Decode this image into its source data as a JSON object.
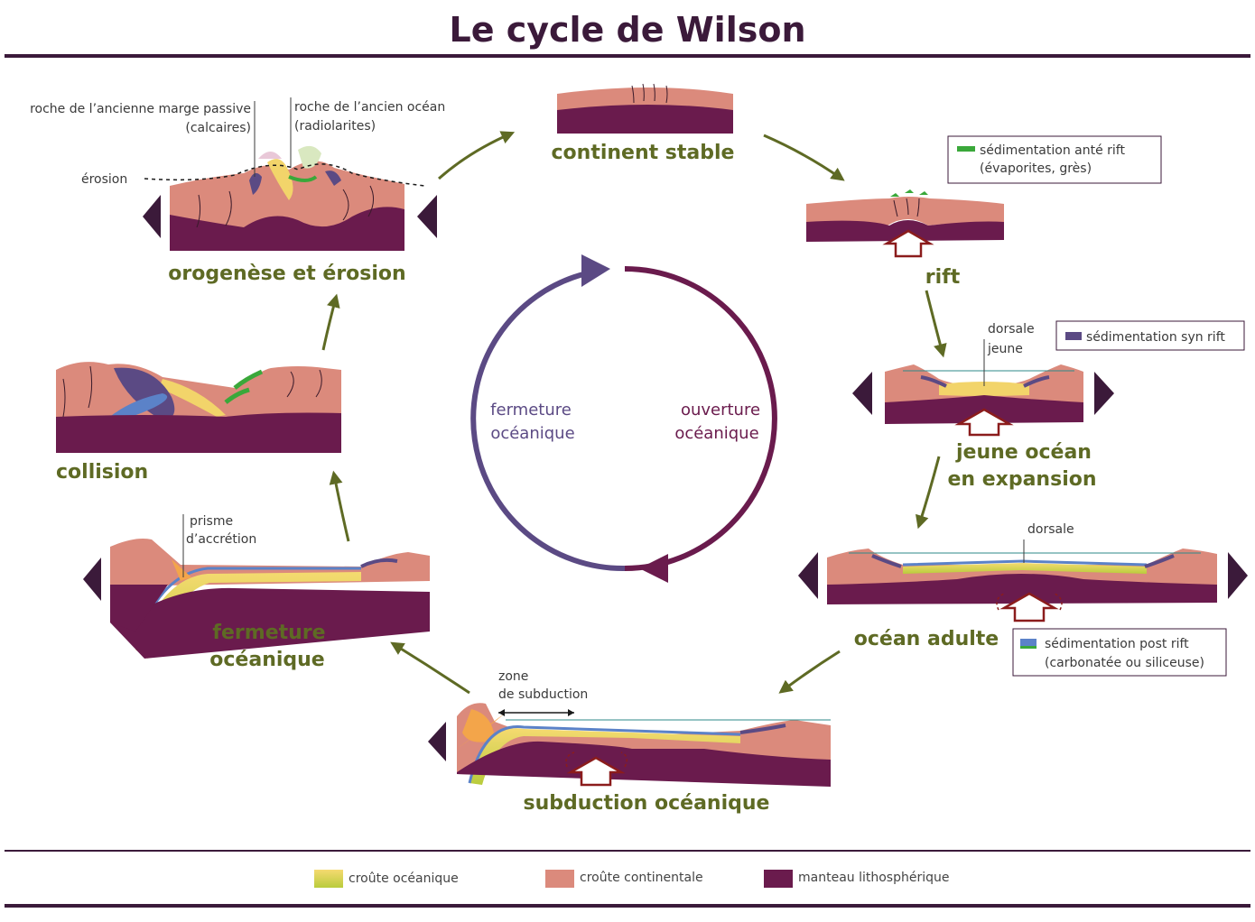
{
  "title": "Le cycle de Wilson",
  "colors": {
    "crust_continental": "#db8a7c",
    "crust_oceanic": "#f2d46a",
    "mantle": "#6a1b4d",
    "accent_green": "#5e6a24",
    "dark": "#3b1a3a",
    "arrow_red": "#8b1c1c",
    "syn_rift": "#5b4a84",
    "post_rift": "#5b82c8",
    "ante_rift": "#3aa83a",
    "cycle_opening": "#6a1b4d",
    "cycle_closing": "#5b4a84"
  },
  "stages": {
    "continent_stable": "continent stable",
    "rift": "rift",
    "jeune_ocean_line1": "jeune océan",
    "jeune_ocean_line2": "en expansion",
    "ocean_adulte": "océan adulte",
    "subduction": "subduction océanique",
    "fermeture_line1": "fermeture",
    "fermeture_line2": "océanique",
    "collision": "collision",
    "orogenese": "orogenèse et érosion"
  },
  "center_cycle": {
    "left_line1": "fermeture",
    "left_line2": "océanique",
    "right_line1": "ouverture",
    "right_line2": "océanique"
  },
  "annotations": {
    "marge_line1": "roche de l’ancienne marge passive",
    "marge_line2": "(calcaires)",
    "ancien_ocean_line1": "roche de l’ancien océan",
    "ancien_ocean_line2": "(radiolarites)",
    "erosion": "érosion",
    "dorsale_jeune_line1": "dorsale",
    "dorsale_jeune_line2": "jeune",
    "dorsale": "dorsale",
    "prisme_line1": "prisme",
    "prisme_line2": "d’accrétion",
    "zone_line1": "zone",
    "zone_line2": "de subduction"
  },
  "boxes": {
    "ante_rift_line1": "sédimentation anté rift",
    "ante_rift_line2": "(évaporites, grès)",
    "syn_rift": "sédimentation syn rift",
    "post_rift_line1": "sédimentation post rift",
    "post_rift_line2": "(carbonatée ou siliceuse)"
  },
  "legend": {
    "oceanic": "croûte océanique",
    "continental": "croûte continentale",
    "mantle": "manteau lithosphérique"
  }
}
